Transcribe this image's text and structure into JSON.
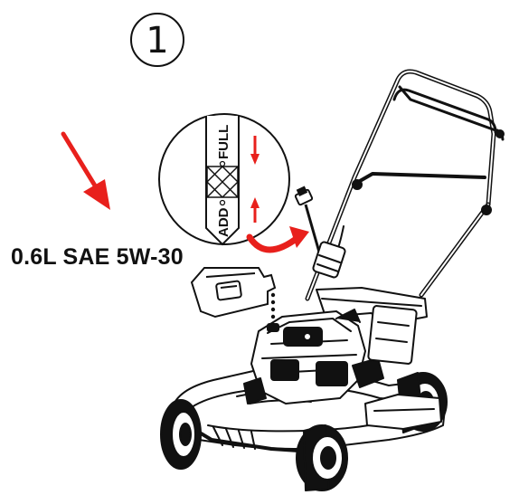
{
  "step": {
    "number": "1"
  },
  "oil": {
    "spec": "0.6L SAE 5W-30"
  },
  "dipstick_gauge": {
    "add_label": "ADD",
    "full_label": "FULL"
  },
  "colors": {
    "arrow": "#e8201c",
    "ink": "#111111",
    "background": "#ffffff"
  }
}
